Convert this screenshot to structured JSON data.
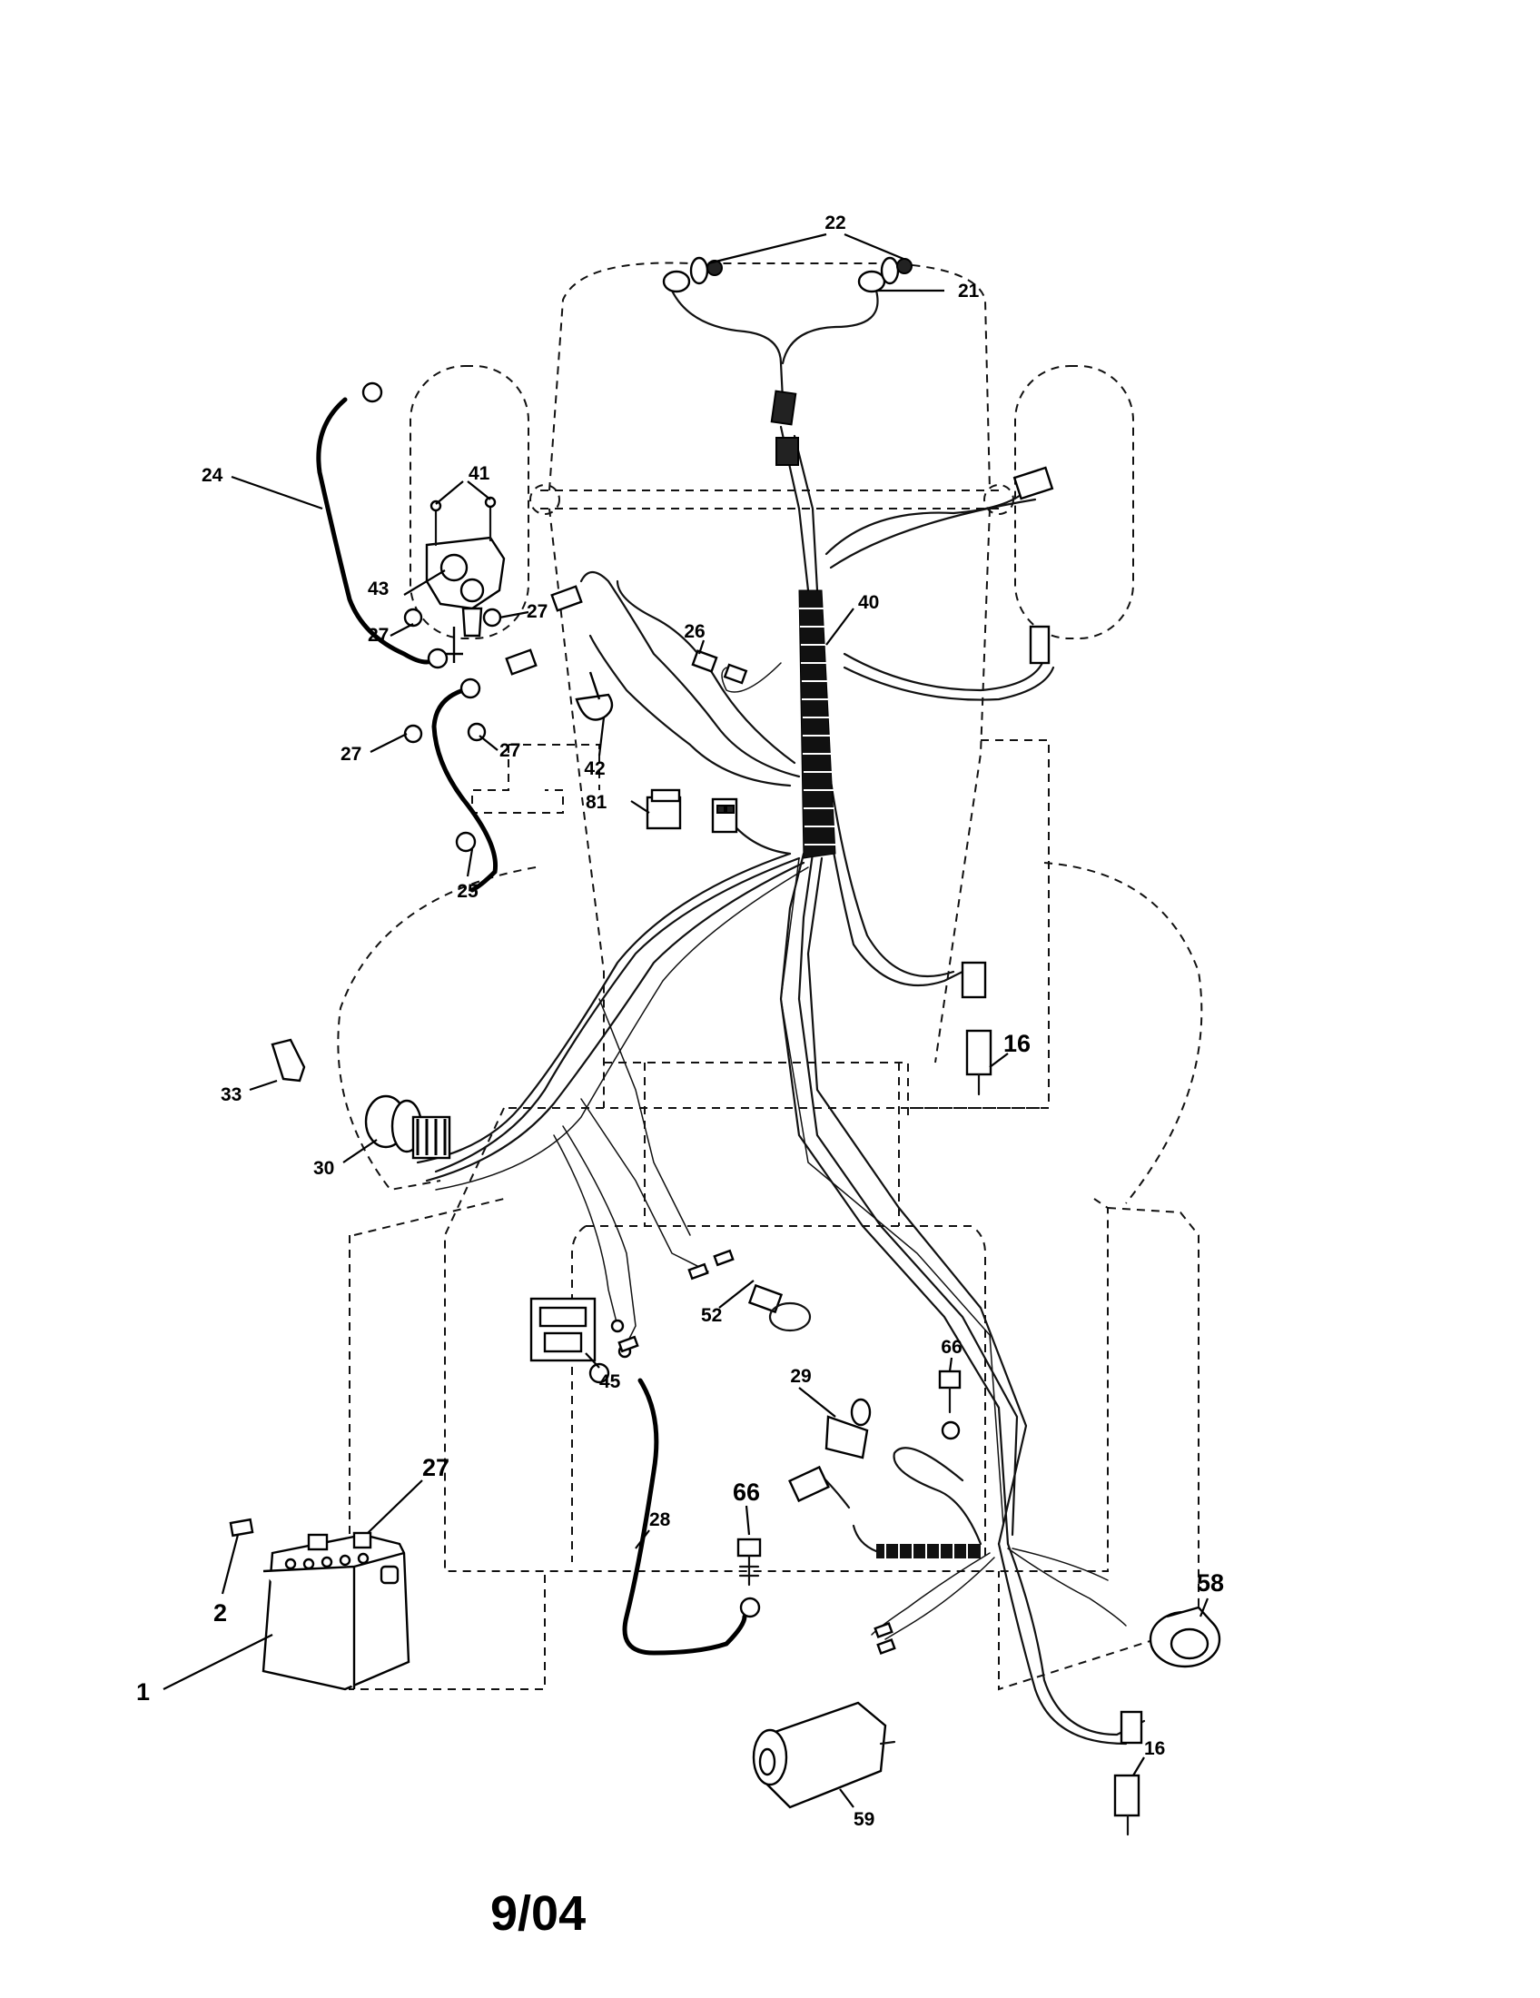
{
  "diagram": {
    "date_code": "9/04",
    "callouts": {
      "c1": "1",
      "c2": "2",
      "c16a": "16",
      "c16b": "16",
      "c21": "21",
      "c22": "22",
      "c24": "24",
      "c25": "25",
      "c26": "26",
      "c27a": "27",
      "c27b": "27",
      "c27c": "27",
      "c27d": "27",
      "c27e": "27",
      "c28": "28",
      "c29": "29",
      "c30": "30",
      "c33": "33",
      "c40": "40",
      "c41": "41",
      "c42": "42",
      "c43": "43",
      "c45": "45",
      "c52": "52",
      "c58": "58",
      "c59": "59",
      "c66a": "66",
      "c66b": "66",
      "c81": "81"
    }
  }
}
